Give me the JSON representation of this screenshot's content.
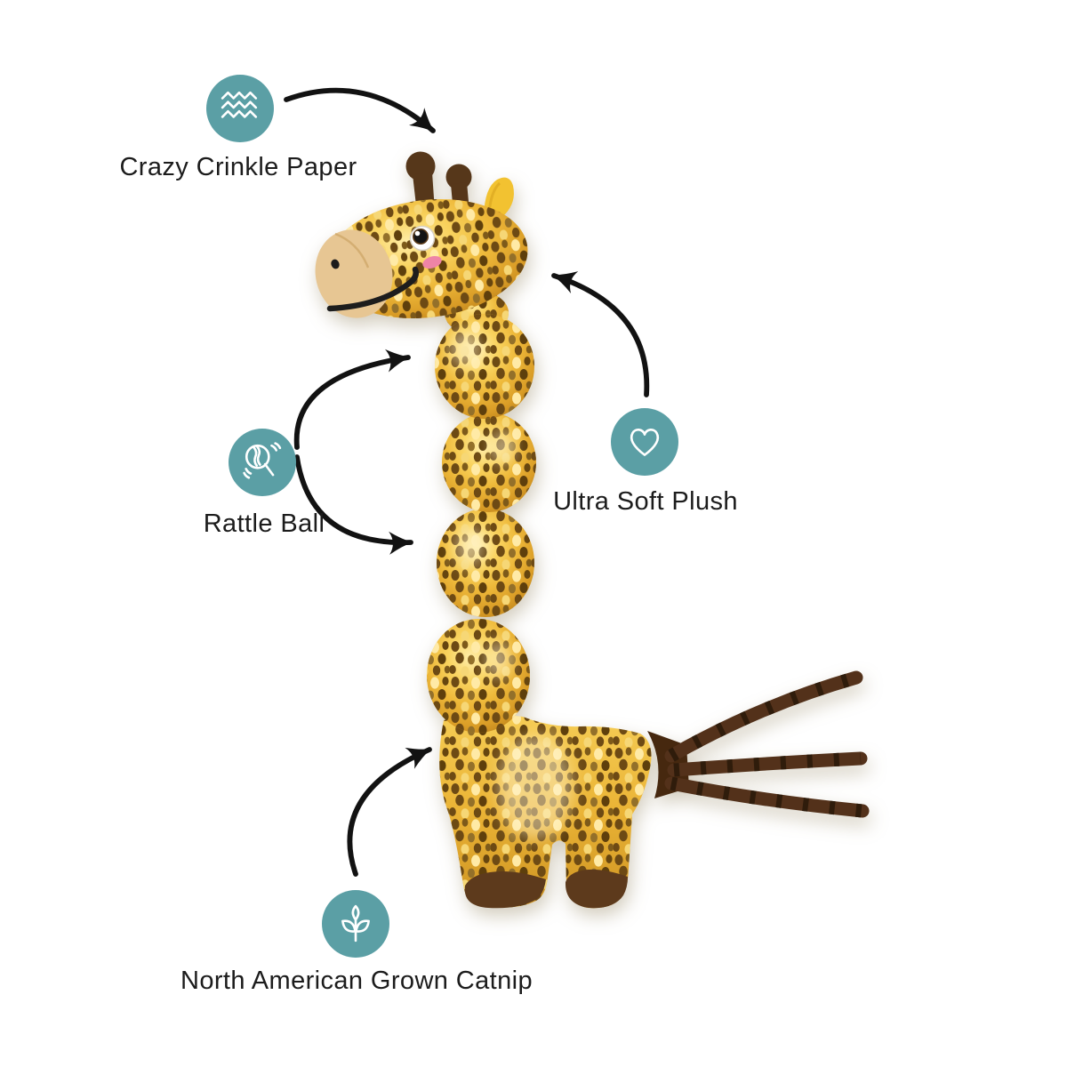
{
  "figure": {
    "subject": "Gold sparkle plush giraffe cat toy with segmented ball neck, brown ossicones and feet, yellow ear, and three twisted brown ribbon tails, annotated with product features"
  },
  "callouts": [
    {
      "id": "crinkle-paper",
      "label": "Crazy Crinkle Paper",
      "icon": "crinkle-waves-icon"
    },
    {
      "id": "rattle-ball",
      "label": "Rattle Ball",
      "icon": "rattle-icon"
    },
    {
      "id": "ultra-soft-plush",
      "label": "Ultra Soft Plush",
      "icon": "heart-icon"
    },
    {
      "id": "catnip",
      "label": "North American Grown Catnip",
      "icon": "sprout-icon"
    }
  ],
  "colors": {
    "background": "#ffffff",
    "accent_teal": "#5b9fa5",
    "icon_glyph": "#ffffff",
    "label_text": "#1c1c1c",
    "arrow": "#121212",
    "giraffe_gold": "#eab83c",
    "giraffe_gold_light": "#ffeda8",
    "giraffe_gold_dark": "#b37a18",
    "spot_brown": "#6d4a14",
    "plush_brown": "#5d3a1c",
    "tail_brown": "#53311a",
    "ear_yellow": "#f2c231",
    "muzzle_tan": "#e7c693",
    "cheek_pink": "#ee84a7"
  }
}
